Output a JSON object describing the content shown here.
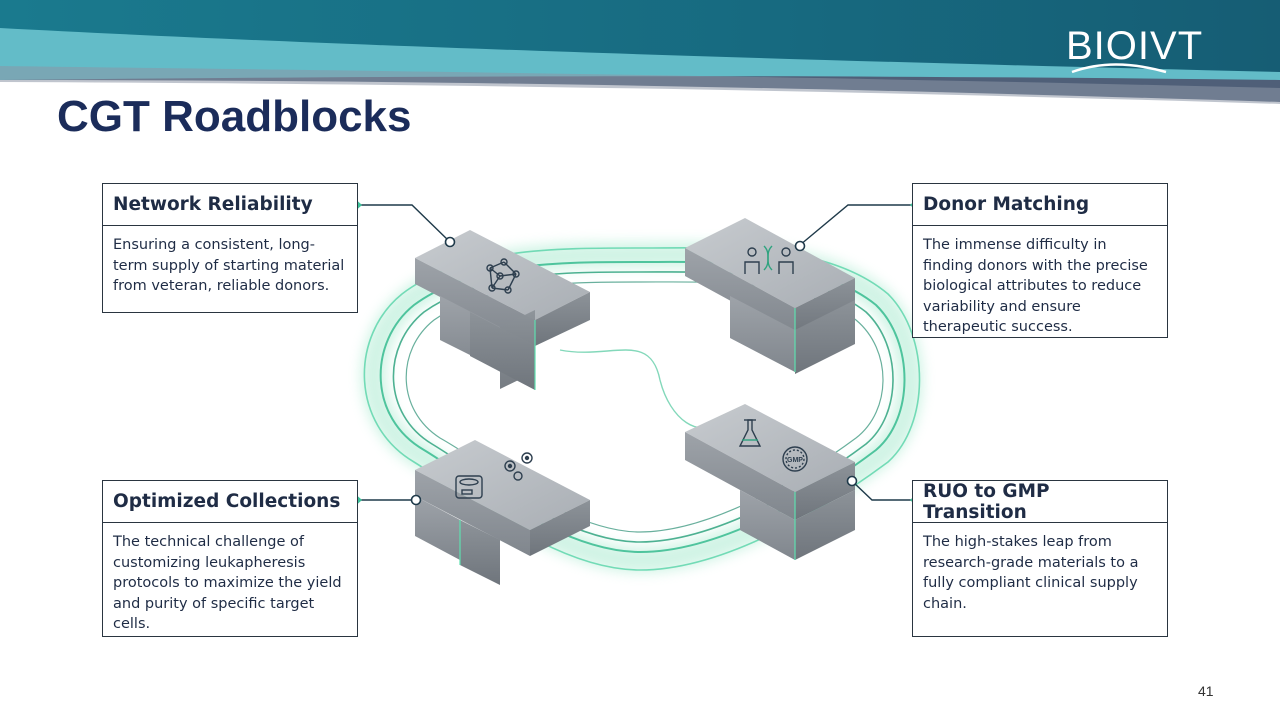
{
  "header": {
    "logo_text": "BIOIVT",
    "colors": {
      "teal": "#1f6f86",
      "light_teal": "#5bb8c4",
      "slate": "#46566e"
    }
  },
  "slide": {
    "title": "CGT Roadblocks",
    "page_number": "41"
  },
  "cards": [
    {
      "title": "Network Reliability",
      "description": "Ensuring a consistent, long-term supply of starting material from veteran, reliable donors.",
      "icon": "network-nodes-icon"
    },
    {
      "title": "Donor Matching",
      "description": "The immense difficulty in finding donors with the precise biological attributes to reduce variability and ensure therapeutic success.",
      "icon": "donor-dna-icon"
    },
    {
      "title": "Optimized Collections",
      "description": "The technical challenge of customizing leukapheresis protocols to maximize the yield and purity of specific target cells.",
      "icon": "centrifuge-cells-icon"
    },
    {
      "title": "RUO to GMP Transition",
      "description": "The high-stakes leap from research-grade materials to a fully compliant clinical supply chain.",
      "icon": "flask-gmp-icon"
    }
  ],
  "diagram": {
    "gmp_badge": "GMP",
    "colors": {
      "glow": "#3ccf9a",
      "block_top": "#b9bdc2",
      "block_side": "#8e949b",
      "connector": "#1f3a4a"
    }
  }
}
